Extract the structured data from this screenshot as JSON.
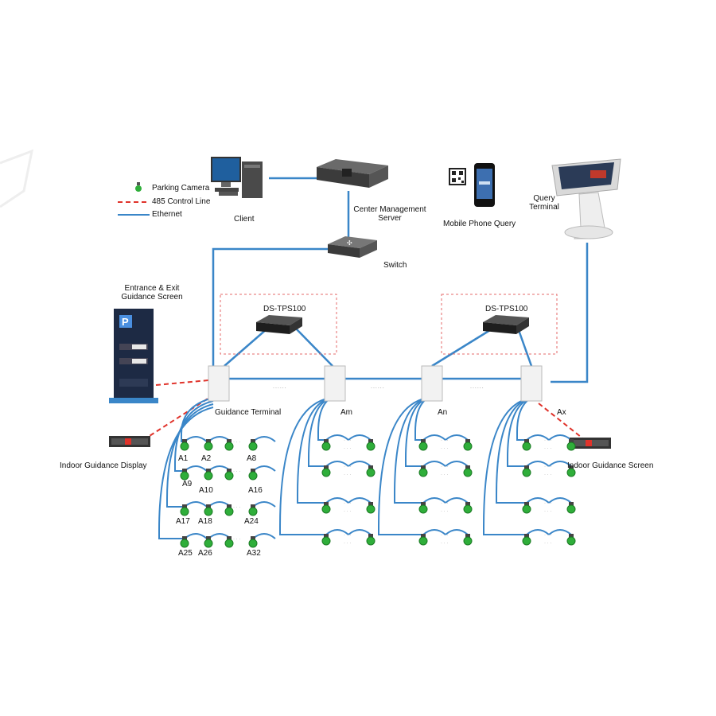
{
  "legend": {
    "items": [
      {
        "label": "Parking Camera"
      },
      {
        "label": "485 Control Line"
      },
      {
        "label": "Ethernet"
      }
    ]
  },
  "nodes": {
    "client": "Client",
    "server": "Center Management Server",
    "switch": "Switch",
    "mobile": "Mobile Phone Query",
    "query": "Query Terminal",
    "entrance": "Entrance & Exit Guidance Screen",
    "tps_left": "DS-TPS100",
    "tps_right": "DS-TPS100",
    "guidance_terminal": "Guidance Terminal",
    "am": "Am",
    "an": "An",
    "ax": "Ax",
    "indoor_display": "Indoor Guidance Display",
    "indoor_screen": "Indoor Guidance Screen"
  },
  "cameras": {
    "row1": [
      "A1",
      "A2",
      "A8"
    ],
    "row2": [
      "A9",
      "A10",
      "A16"
    ],
    "row3": [
      "A17",
      "A18",
      "A24"
    ],
    "row4": [
      "A25",
      "A26",
      "A32"
    ]
  },
  "ellipsis": "......",
  "colors": {
    "ethernet": "#3a86c8",
    "control_line": "#e0332b",
    "camera": "#2fae3a",
    "tps_box": "#e46a6a"
  }
}
